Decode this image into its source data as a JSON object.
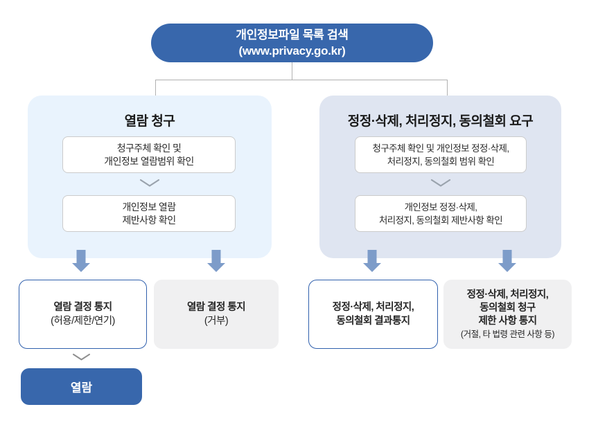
{
  "colors": {
    "primary_blue": "#3867ac",
    "arrow_blue": "#7d9cc9",
    "left_panel_bg": "#e9f3fd",
    "right_panel_bg": "#dfe5f1",
    "result_border_blue": "#3060ad",
    "gray_box_bg": "#f0f0f1",
    "connector_gray": "#b1b1b1"
  },
  "header": {
    "line1": "개인정보파일 목록 검색",
    "line2": "(www.privacy.go.kr)"
  },
  "left_flow": {
    "title": "열람 청구",
    "steps": [
      {
        "line1": "청구주체 확인 및",
        "line2": "개인정보 열람범위 확인"
      },
      {
        "line1": "개인정보 열람",
        "line2": "제반사항 확인"
      }
    ],
    "result_accept": {
      "line1": "열람 결정 통지",
      "line2": "(허용/제한/연기)"
    },
    "result_reject": {
      "line1": "열람 결정 통지",
      "line2": "(거부)"
    },
    "final_label": "열람"
  },
  "right_flow": {
    "title": "정정·삭제, 처리정지, 동의철회 요구",
    "steps": [
      {
        "line1": "청구주체 확인 및 개인정보 정정·삭제,",
        "line2": "처리정지, 동의철회 범위 확인"
      },
      {
        "line1": "개인정보 정정·삭제,",
        "line2": "처리정지, 동의철회 제반사항 확인"
      }
    ],
    "result_accept": {
      "line1": "정정·삭제, 처리정지,",
      "line2": "동의철회 결과통지"
    },
    "result_reject": {
      "line1": "정정·삭제, 처리정지,",
      "line2": "동의철회 청구",
      "line3": "제한 사항 통지",
      "line4": "(거절, 타 법령 관련 사항 등)"
    }
  }
}
